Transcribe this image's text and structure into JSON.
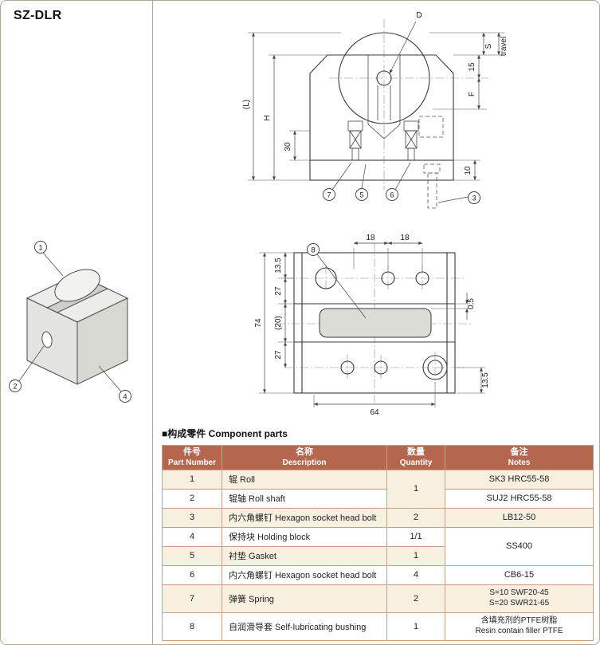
{
  "page": {
    "title": "SZ-DLR",
    "components_heading": "■构成零件 Component parts"
  },
  "colors": {
    "table_header_bg": "#b5664f",
    "row_stripe_bg": "#f7efdf",
    "table_border": "#c8a184"
  },
  "front_view": {
    "labels": {
      "d": "D",
      "s": "S",
      "travel": "travel",
      "dim15": "15",
      "f": "F",
      "l": "(L)",
      "h": "H",
      "dim30": "30",
      "dim10": "10"
    },
    "callouts": {
      "c7": "7",
      "c5": "5",
      "c6": "6",
      "c3": "3"
    }
  },
  "top_view": {
    "labels": {
      "dim13_5_left": "13.5",
      "dim27_top": "27",
      "dim20": "(20)",
      "dim27_bottom": "27",
      "dim74": "74",
      "dim18_a": "18",
      "dim18_b": "18",
      "dim0_5": "0.5",
      "dim13_5_right": "13.5",
      "dim64": "64"
    },
    "callouts": {
      "c8": "8"
    }
  },
  "iso_view": {
    "callouts": {
      "c1": "1",
      "c2": "2",
      "c4": "4"
    }
  },
  "parts_table": {
    "headers": {
      "part_number": {
        "cn": "件号",
        "en": "Part Number"
      },
      "description": {
        "cn": "名称",
        "en": "Description"
      },
      "quantity": {
        "cn": "数量",
        "en": "Quantity"
      },
      "notes": {
        "cn": "备注",
        "en": "Notes"
      }
    },
    "rows": [
      {
        "no": "1",
        "desc": "辊 Roll",
        "qty": "1",
        "notes": "SK3 HRC55-58"
      },
      {
        "no": "2",
        "desc": "辊轴 Roll shaft",
        "notes": "SUJ2 HRC55-58"
      },
      {
        "no": "3",
        "desc": "内六角螺钉 Hexagon socket head bolt",
        "qty": "2",
        "notes": "LB12-50"
      },
      {
        "no": "4",
        "desc": "保持块 Holding block",
        "qty": "1/1",
        "notes": "SS400"
      },
      {
        "no": "5",
        "desc": "衬垫 Gasket",
        "qty": "1"
      },
      {
        "no": "6",
        "desc": "内六角螺钉 Hexagon socket head bolt",
        "qty": "4",
        "notes": "CB6-15"
      },
      {
        "no": "7",
        "desc": "弹簧 Spring",
        "qty": "2",
        "notes_line1": "S=10 SWF20-45",
        "notes_line2": "S=20 SWR21-65"
      },
      {
        "no": "8",
        "desc": "自润滑导套 Self-lubricating bushing",
        "qty": "1",
        "notes_line1": "含填充剂的PTFE树脂",
        "notes_line2": "Resin contain filler PTFE"
      }
    ]
  }
}
